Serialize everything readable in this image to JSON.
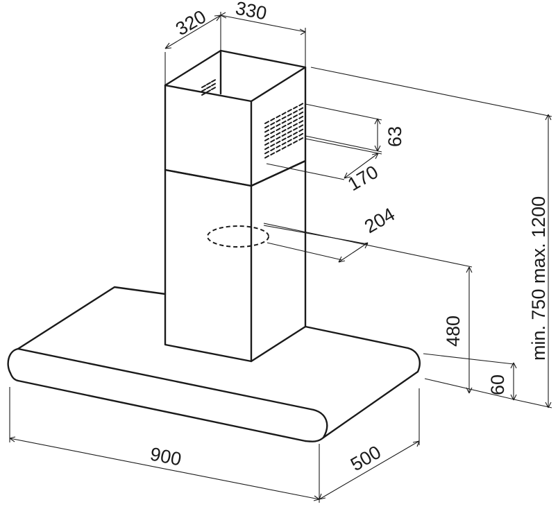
{
  "dimensions": {
    "chimney_depth": "320",
    "chimney_width": "330",
    "vent_height": "63",
    "vent_width": "170",
    "outlet_diameter": "204",
    "outlet_height": "480",
    "canopy_thickness": "60",
    "total_height": "min. 750 max. 1200",
    "hood_width": "900",
    "hood_depth": "500"
  },
  "colors": {
    "line": "#1a1a1a",
    "background": "#ffffff"
  }
}
